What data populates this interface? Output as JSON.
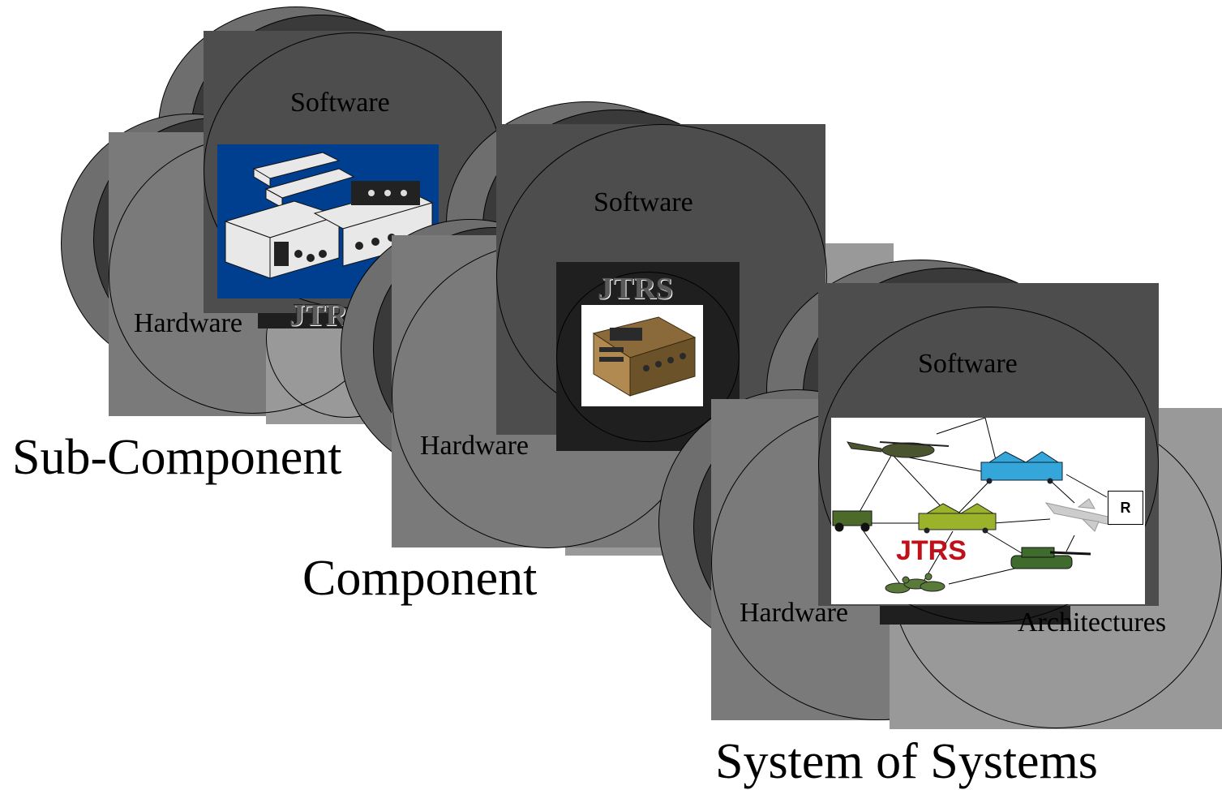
{
  "groups": {
    "sub_component": {
      "title": "Sub-Component",
      "software_label": "Software",
      "hardware_label": "Hardware",
      "jtrs_label": "JTR"
    },
    "component": {
      "title": "Component",
      "software_label": "Software",
      "hardware_label": "Hardware",
      "jtrs_label": "JTRS"
    },
    "system_of_systems": {
      "title": "System of Systems",
      "software_label": "Software",
      "hardware_label": "Hardware",
      "architectures_label": "Architectures",
      "jtrs_label": "JTRS",
      "r_label": "R"
    }
  },
  "colors": {
    "dark_gray": "#4d4d4d",
    "mid_gray": "#7a7a7a",
    "light_gray": "#999999",
    "black_box": "#1f1f1f",
    "blue_panel": "#003f8f",
    "jtrs_red": "#c0111b"
  }
}
